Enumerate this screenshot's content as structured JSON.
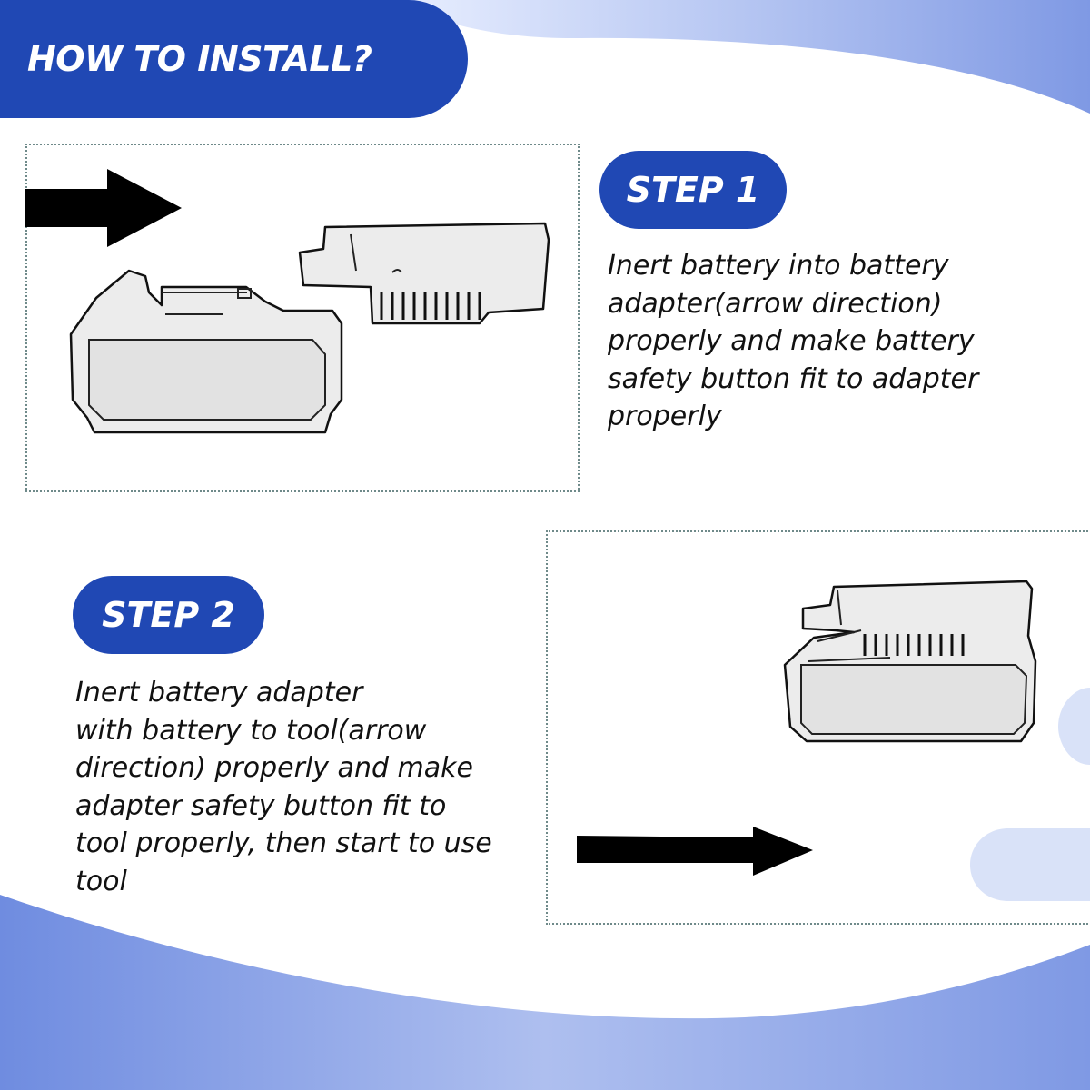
{
  "title": "HOW TO INSTALL?",
  "colors": {
    "accent": "#2048b4",
    "wave": "#8fa6e6",
    "text": "#111111",
    "background": "#ffffff"
  },
  "step1": {
    "label": "STEP 1",
    "description": "Inert battery into battery\nadapter(arrow direction)\nproperly and make battery\nsafety button fit to adapter\nproperly",
    "illustration": {
      "arrow": "arrow-right-icon",
      "items": [
        "battery-icon",
        "adapter-icon"
      ]
    }
  },
  "step2": {
    "label": "STEP 2",
    "description": "Inert battery adapter\nwith battery to tool(arrow\ndirection) properly and make\nadapter safety button fit to\ntool properly, then start to use\ntool",
    "illustration": {
      "arrow": "arrow-right-icon",
      "items": [
        "battery-with-adapter-icon"
      ]
    }
  }
}
